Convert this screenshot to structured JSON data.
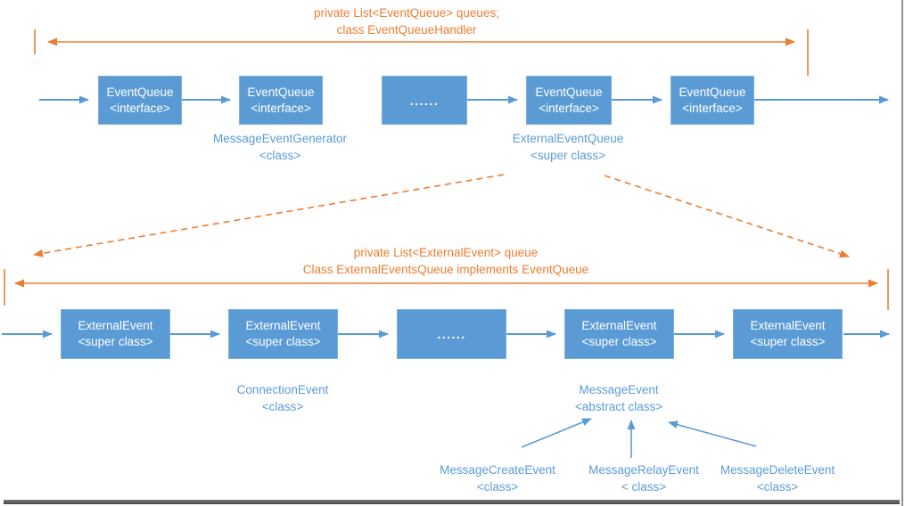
{
  "colors": {
    "box_blue": "#5B9BD5",
    "box_border": "#7FAEDC",
    "annotation_orange": "#ED7D31",
    "box_text": "#FFFFFF"
  },
  "annotations": {
    "top": {
      "line1": "private List<EventQueue> queues;",
      "line2": "class EventQueueHandler"
    },
    "middle": {
      "line1": "private List<ExternalEvent> queue",
      "line2": "Class ExternalEventsQueue implements EventQueue"
    }
  },
  "row1": {
    "boxes": [
      {
        "line1": "EventQueue",
        "line2": "<interface>"
      },
      {
        "line1": "EventQueue",
        "line2": "<interface>"
      },
      {
        "line1": "......",
        "line2": ""
      },
      {
        "line1": "EventQueue",
        "line2": "<interface>"
      },
      {
        "line1": "EventQueue",
        "line2": "<interface>"
      }
    ],
    "labels": [
      {
        "line1": "MessageEventGenerator",
        "line2": "<class>"
      },
      {
        "line1": "ExternalEventQueue",
        "line2": "<super class>"
      }
    ]
  },
  "row2": {
    "boxes": [
      {
        "line1": "ExternalEvent",
        "line2": "<super class>"
      },
      {
        "line1": "ExternalEvent",
        "line2": "<super class>"
      },
      {
        "line1": "......",
        "line2": ""
      },
      {
        "line1": "ExternalEvent",
        "line2": "<super class>"
      },
      {
        "line1": "ExternalEvent",
        "line2": "<super class>"
      }
    ],
    "labels": [
      {
        "line1": "ConnectionEvent",
        "line2": "<class>"
      },
      {
        "line1": "MessageEvent",
        "line2": "<abstract class>"
      }
    ]
  },
  "subclasses": [
    {
      "line1": "MessageCreateEvent",
      "line2": "<class>"
    },
    {
      "line1": "MessageRelayEvent",
      "line2": "< class>"
    },
    {
      "line1": "MessageDeleteEvent",
      "line2": "<class>"
    }
  ]
}
